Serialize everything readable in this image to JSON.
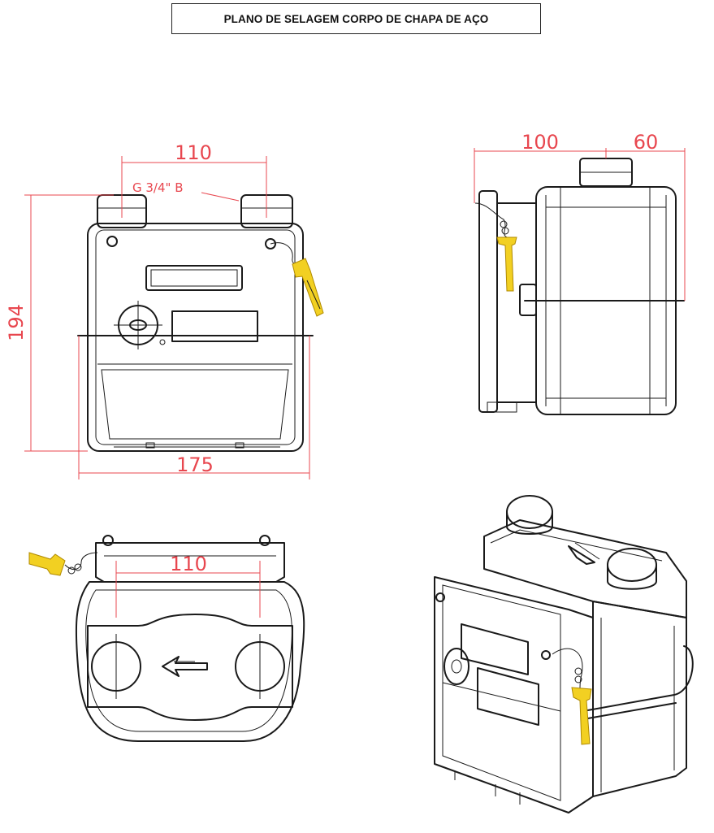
{
  "title": "PLANO DE SELAGEM CORPO DE CHAPA DE AÇO",
  "views": {
    "front": {
      "dim_width_top": "110",
      "thread_label": "G 3/4\" B",
      "dim_height": "194",
      "dim_width_bottom": "175"
    },
    "side": {
      "dim_left": "100",
      "dim_right": "60"
    },
    "top": {
      "dim_width": "110"
    }
  },
  "colors": {
    "dimension": "#e8474f",
    "seal": "#f2d022",
    "outline": "#1a1a1a"
  }
}
